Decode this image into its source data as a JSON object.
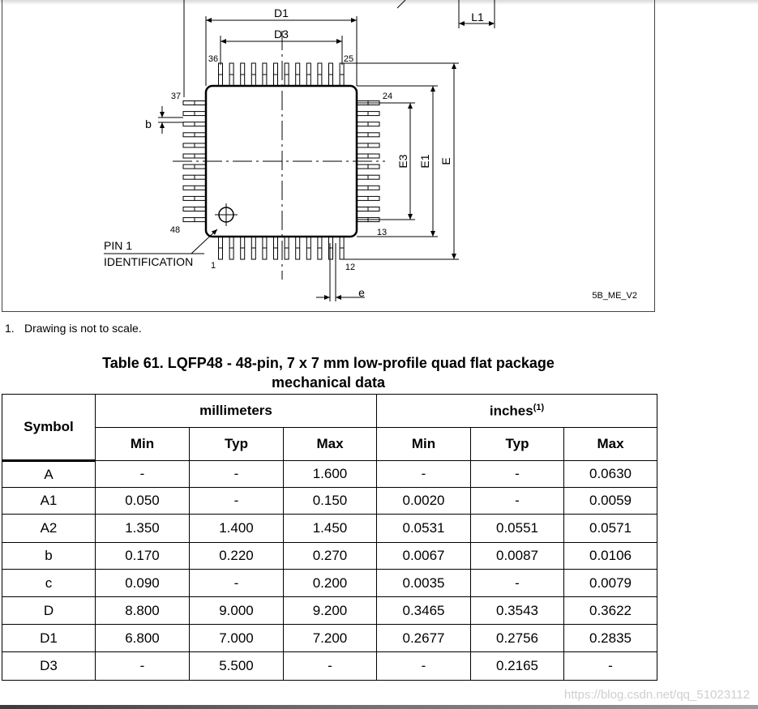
{
  "drawing": {
    "labels": {
      "d1": "D1",
      "d3": "D3",
      "l1": "L1",
      "e3": "E3",
      "e1": "E1",
      "e": "E",
      "b": "b",
      "e_pitch": "e",
      "pin36": "36",
      "pin25": "25",
      "pin37": "37",
      "pin24": "24",
      "pin48": "48",
      "pin13": "13",
      "pin1": "1",
      "pin12": "12",
      "pin1_id_line1": "PIN 1",
      "pin1_id_line2": "IDENTIFICATION",
      "ref": "5B_ME_V2"
    }
  },
  "note": {
    "num": "1.",
    "text": "Drawing is not to scale."
  },
  "caption": {
    "line1": "Table 61. LQFP48 - 48-pin, 7 x 7 mm low-profile quad flat package",
    "line2": "mechanical data"
  },
  "table": {
    "symbol_header": "Symbol",
    "mm_header": "millimeters",
    "in_header": "inches",
    "in_header_sup": "(1)",
    "subheaders": [
      "Min",
      "Typ",
      "Max",
      "Min",
      "Typ",
      "Max"
    ],
    "rows": [
      [
        "A",
        "-",
        "-",
        "1.600",
        "-",
        "-",
        "0.0630"
      ],
      [
        "A1",
        "0.050",
        "-",
        "0.150",
        "0.0020",
        "-",
        "0.0059"
      ],
      [
        "A2",
        "1.350",
        "1.400",
        "1.450",
        "0.0531",
        "0.0551",
        "0.0571"
      ],
      [
        "b",
        "0.170",
        "0.220",
        "0.270",
        "0.0067",
        "0.0087",
        "0.0106"
      ],
      [
        "c",
        "0.090",
        "-",
        "0.200",
        "0.0035",
        "-",
        "0.0079"
      ],
      [
        "D",
        "8.800",
        "9.000",
        "9.200",
        "0.3465",
        "0.3543",
        "0.3622"
      ],
      [
        "D1",
        "6.800",
        "7.000",
        "7.200",
        "0.2677",
        "0.2756",
        "0.2835"
      ],
      [
        "D3",
        "-",
        "5.500",
        "-",
        "-",
        "0.2165",
        "-"
      ]
    ]
  },
  "watermark": "https://blog.csdn.net/qq_51023112"
}
